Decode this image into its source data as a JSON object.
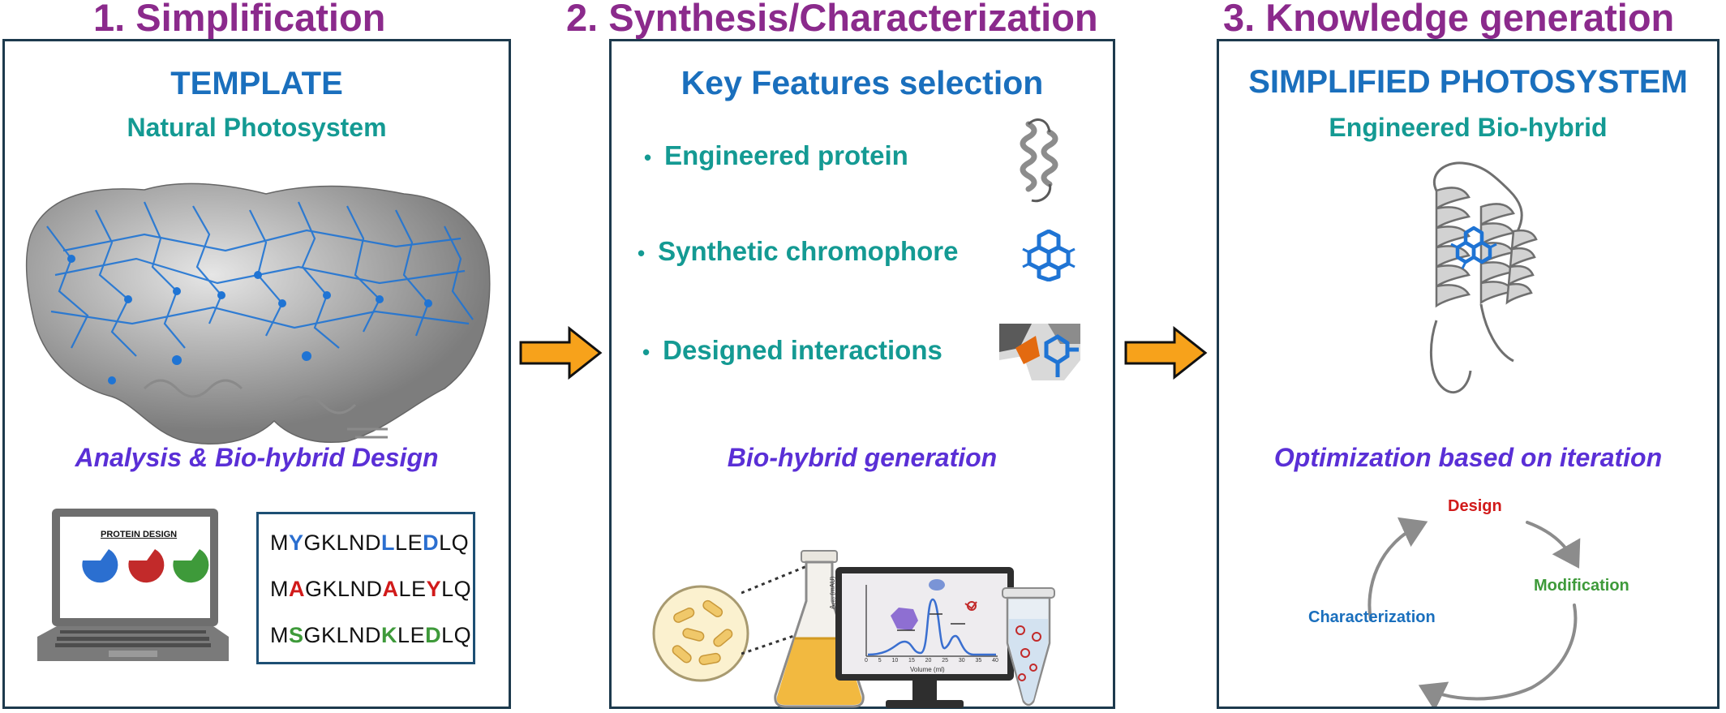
{
  "steps": [
    {
      "title": "1. Simplification"
    },
    {
      "title": "2. Synthesis/Characterization"
    },
    {
      "title": "3. Knowledge generation"
    }
  ],
  "panel1": {
    "heading": "TEMPLATE",
    "subheading": "Natural Photosystem",
    "caption": "Analysis & Bio-hybrid Design",
    "laptop_screen_title": "PROTEIN DESIGN",
    "sequences": [
      {
        "parts": [
          [
            "M",
            ""
          ],
          [
            "Y",
            "b"
          ],
          [
            "GKLND",
            ""
          ],
          [
            "L",
            "b"
          ],
          [
            "LE",
            ""
          ],
          [
            "D",
            "b"
          ],
          [
            "LQ",
            ""
          ]
        ]
      },
      {
        "parts": [
          [
            "M",
            ""
          ],
          [
            "A",
            "r"
          ],
          [
            "GKLND",
            ""
          ],
          [
            "A",
            "r"
          ],
          [
            "LE",
            ""
          ],
          [
            "Y",
            "r"
          ],
          [
            "LQ",
            ""
          ]
        ]
      },
      {
        "parts": [
          [
            "M",
            ""
          ],
          [
            "S",
            "g"
          ],
          [
            "GKLND",
            ""
          ],
          [
            "K",
            "g"
          ],
          [
            "LE",
            ""
          ],
          [
            "D",
            "g"
          ],
          [
            "LQ",
            ""
          ]
        ]
      }
    ]
  },
  "panel2": {
    "heading": "Key Features selection",
    "features": [
      "Engineered protein",
      "Synthetic chromophore",
      "Designed interactions"
    ],
    "bullet": "•",
    "caption": "Bio-hybrid generation",
    "monitor_xlabel": "Volume (ml)",
    "monitor_ylabel": "A₂₈₀ (mAU)",
    "monitor_ticks": [
      "0",
      "5",
      "10",
      "15",
      "20",
      "25",
      "30",
      "35",
      "40"
    ]
  },
  "panel3": {
    "heading": "SIMPLIFIED PHOTOSYSTEM",
    "subheading": "Engineered Bio-hybrid",
    "caption": "Optimization based on iteration",
    "cycle": {
      "design": "Design",
      "modification": "Modification",
      "characterization": "Characterization"
    }
  },
  "colors": {
    "step_title": "#8b2a8c",
    "heading": "#1a6fbd",
    "subheading": "#149a93",
    "caption": "#5a2fd6",
    "arrow_fill": "#f7a21b",
    "design": "#d11a1a",
    "modification": "#3e9a3a",
    "characterization": "#1a6fbd"
  },
  "icons": [
    "photosystem-structure-icon",
    "laptop-icon",
    "protein-helix-icon",
    "chromophore-icon",
    "interaction-icon",
    "bacteria-cells-icon",
    "erlenmeyer-flask-icon",
    "monitor-chromatogram-icon",
    "eppendorf-tube-icon",
    "arrow-right-icon",
    "bio-hybrid-structure-icon",
    "cycle-arrow-icon"
  ]
}
